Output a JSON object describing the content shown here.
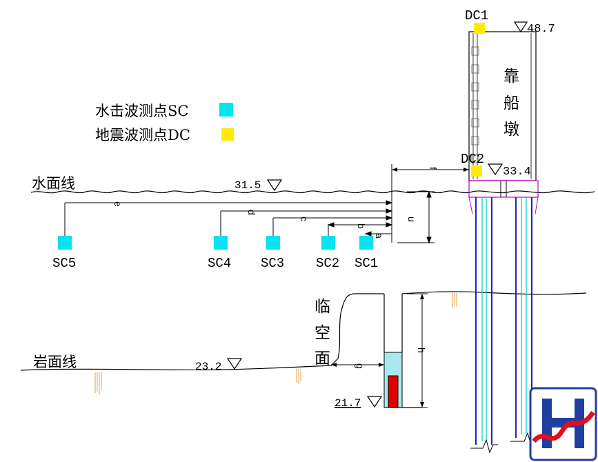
{
  "legend": {
    "sc_label": "水击波测点SC",
    "dc_label": "地震波测点DC",
    "sc_color": "#00e5f0",
    "dc_color": "#ffea00"
  },
  "water_line": {
    "label": "水面线",
    "elevation": "31.5"
  },
  "rock_line": {
    "label": "岩面线",
    "elevation": "23.2"
  },
  "free_face": {
    "chars": [
      "临",
      "空",
      "面"
    ]
  },
  "pier": {
    "chars": [
      "靠",
      "船",
      "墩"
    ],
    "top_elev": "48.7",
    "base_elev": "33.4"
  },
  "bottom_elev": "21.7",
  "sensors_sc": [
    "SC5",
    "SC4",
    "SC3",
    "SC2",
    "SC1"
  ],
  "sensors_dc": [
    "DC1",
    "DC2"
  ],
  "dims": {
    "a": "a",
    "b": "b",
    "c": "c",
    "d": "d",
    "e": "e",
    "f": "f",
    "g": "g",
    "h": "h",
    "u": "u"
  },
  "colors": {
    "line": "#000000",
    "pile": "#2020c0",
    "pile_inner": "#00c8c8",
    "charge": "#e00000",
    "stem": "#9fe6ec",
    "cap": "#c000c0",
    "rootmark": "#e0a050"
  }
}
